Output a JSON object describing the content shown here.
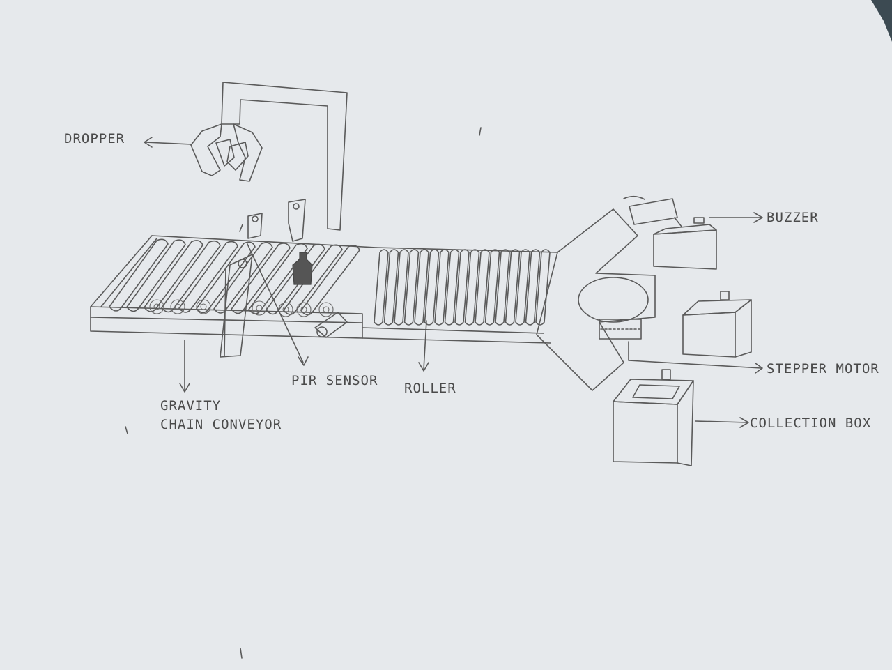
{
  "colors": {
    "paper": "#e6e9ec",
    "pencil": "#5a5a5a",
    "background": "#3c4a52"
  },
  "labels": {
    "dropper": "DROPPER",
    "buzzer": "BUZZER",
    "stepper_motor": "STEPPER MOTOR",
    "collection_box": "COLLECTION BOX",
    "pir_sensor": "PIR SENSOR",
    "roller": "ROLLER",
    "gravity_line1": "GRAVITY",
    "gravity_line2": "CHAIN CONVEYOR"
  }
}
